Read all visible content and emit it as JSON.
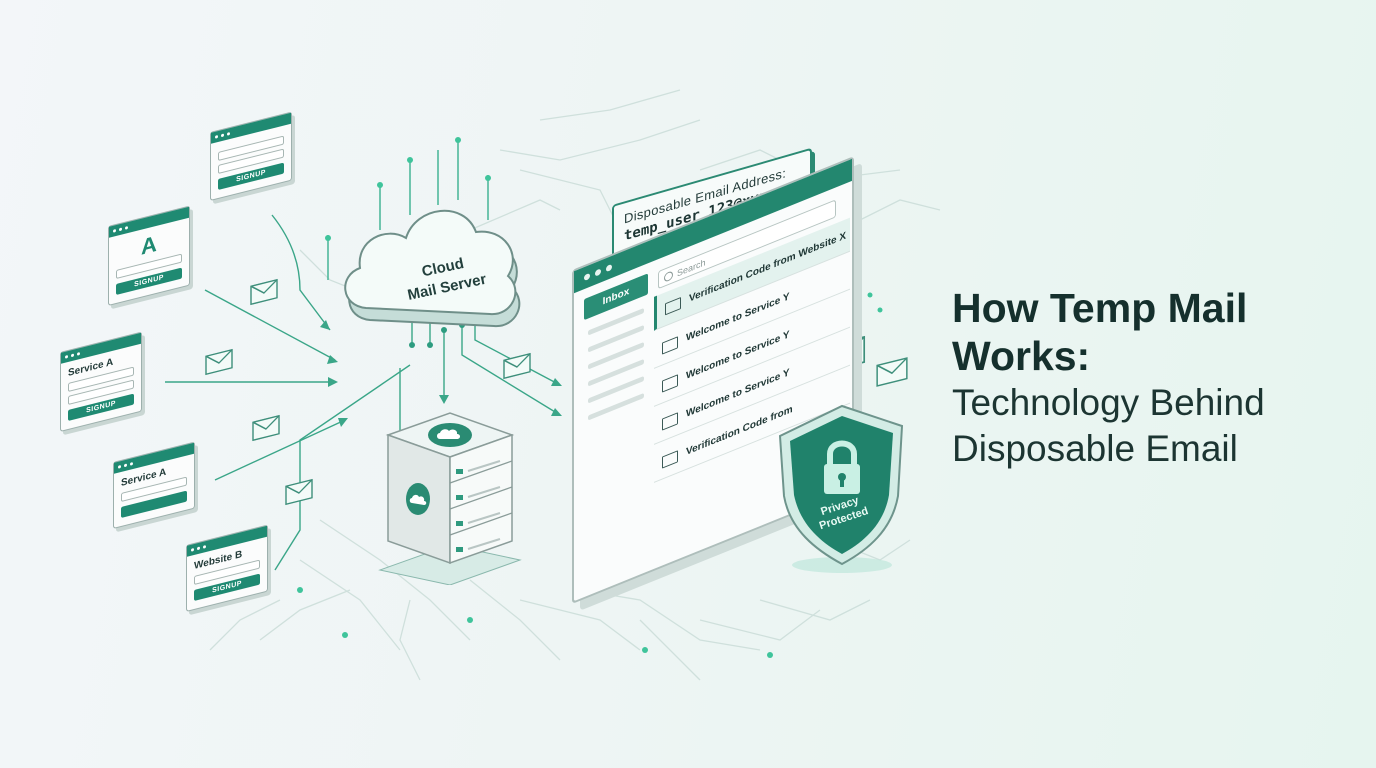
{
  "title": {
    "line1": "How Temp Mail",
    "line2": "Works:",
    "line3": "Technology Behind",
    "line4": "Disposable Email"
  },
  "cloud": {
    "line1": "Cloud",
    "line2": "Mail Server"
  },
  "callout": {
    "label": "Disposable Email Address:",
    "address": "temp_user_123@xyz.com"
  },
  "inbox": {
    "search_placeholder": "Search",
    "nav_label": "Inbox",
    "messages": [
      "Verification Code from Website X",
      "Welcome to Service Y",
      "Welcome to Service Y",
      "Welcome to Service Y",
      "Verification Code from"
    ]
  },
  "shield": {
    "line1": "Privacy",
    "line2": "Protected"
  },
  "signup_cards": [
    {
      "heading": "",
      "button": "SIGNUP"
    },
    {
      "heading": "A",
      "button": "SIGNUP"
    },
    {
      "heading": "Service A",
      "button": "SIGNUP"
    },
    {
      "heading": "Service A",
      "button": ""
    },
    {
      "heading": "Website B",
      "button": "SIGNUP"
    }
  ],
  "colors": {
    "accent": "#1f8a72",
    "dark_text": "#15302d",
    "background": "#eef5f4"
  }
}
